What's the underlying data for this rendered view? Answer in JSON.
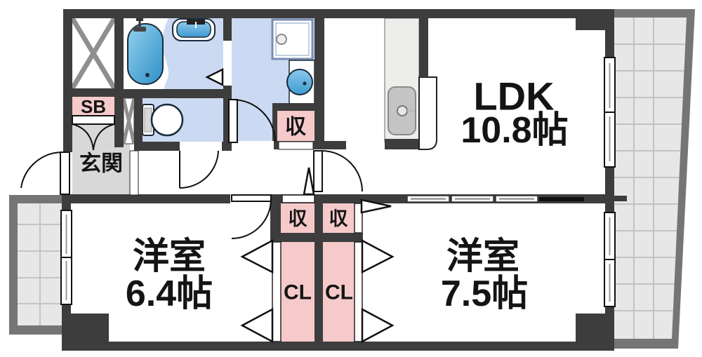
{
  "floorplan": {
    "rooms": {
      "ldk": {
        "name": "LDK",
        "size": "10.8帖"
      },
      "bedroom_64": {
        "name": "洋室",
        "size": "6.4帖"
      },
      "bedroom_75": {
        "name": "洋室",
        "size": "7.5帖"
      },
      "entrance": {
        "label": "玄関"
      },
      "shoe_box": {
        "label": "SB"
      },
      "storage_hall": {
        "label": "収"
      },
      "storage_a": {
        "label": "収"
      },
      "storage_b": {
        "label": "収"
      },
      "closet_a": {
        "label": "CL"
      },
      "closet_b": {
        "label": "CL"
      }
    },
    "colors": {
      "wall": "#3d3d3d",
      "wet_room_blue": "#ccd9f3",
      "storage_pink": "#f6caca",
      "entrance_gray": "#d8d8d8",
      "balcony_band": "#757575",
      "balcony_tile": "#e7e7e7",
      "fixture_blue": "#4aa3d8"
    }
  }
}
